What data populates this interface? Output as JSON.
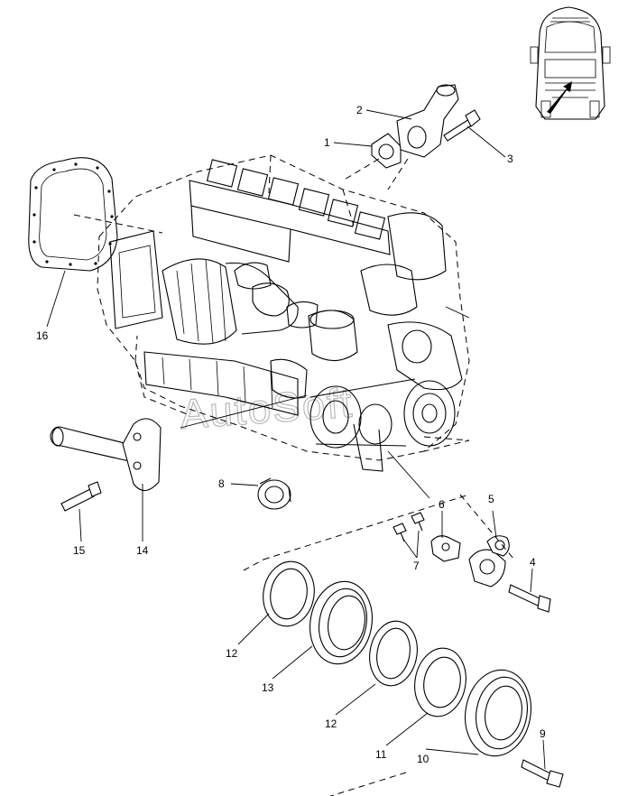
{
  "watermark": "AutoSoft",
  "callouts": {
    "c1": "1",
    "c2": "2",
    "c3": "3",
    "c4": "4",
    "c5": "5",
    "c6": "6",
    "c7": "7",
    "c8": "8",
    "c9": "9",
    "c10": "10",
    "c11": "11",
    "c12a": "12",
    "c12b": "12",
    "c13": "13",
    "c14": "14",
    "c15": "15",
    "c16": "16"
  }
}
